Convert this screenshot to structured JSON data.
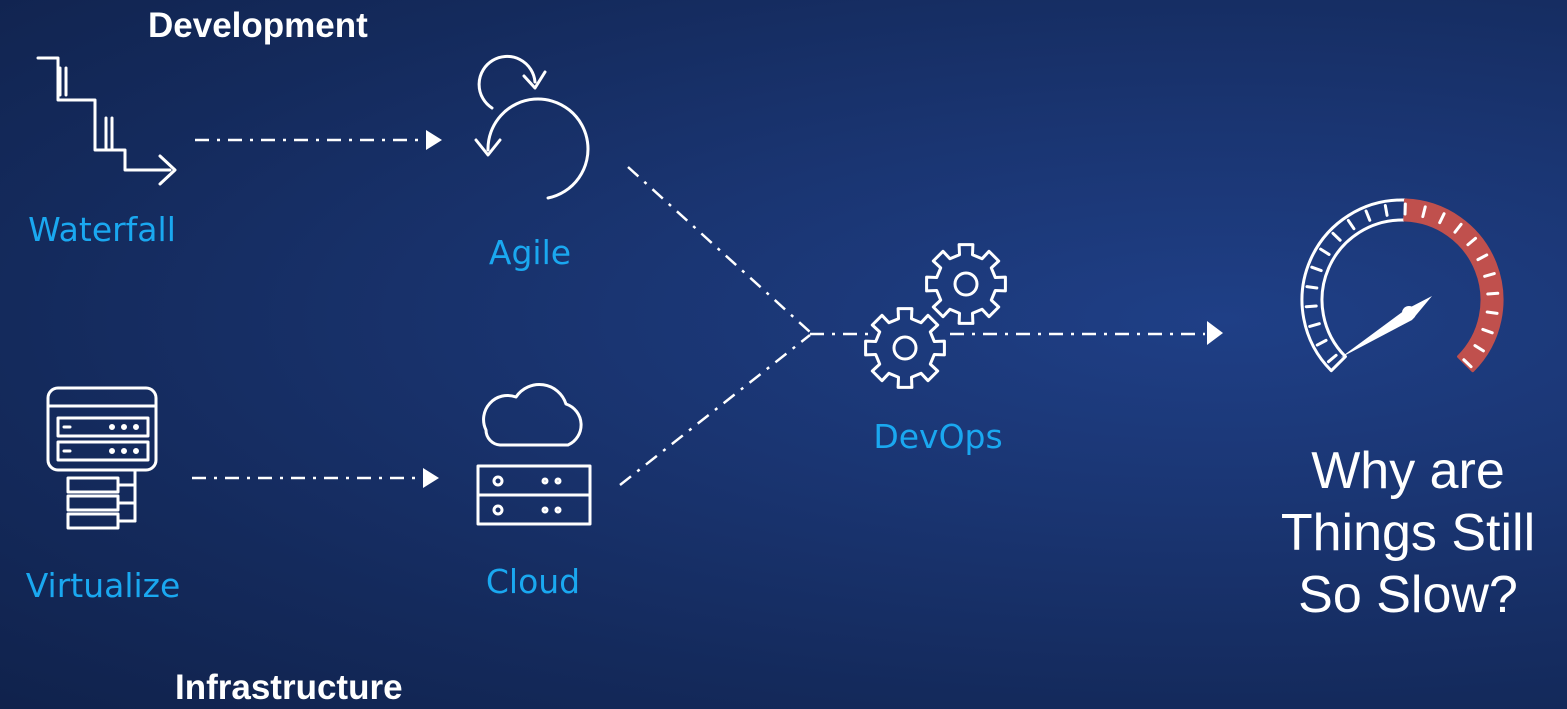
{
  "headings": {
    "development": "Development",
    "infrastructure": "Infrastructure"
  },
  "nodes": {
    "waterfall": "Waterfall",
    "agile": "Agile",
    "virtualize": "Virtualize",
    "cloud": "Cloud",
    "devops": "DevOps"
  },
  "question": {
    "line1": "Why are",
    "line2": "Things Still",
    "line3": "So Slow?"
  },
  "icons": {
    "waterfall": "waterfall-steps-icon",
    "agile": "cycle-arrows-icon",
    "virtualize": "server-stack-icon",
    "cloud": "cloud-server-icon",
    "devops": "gears-icon",
    "result": "speedometer-icon"
  },
  "colors": {
    "label": "#1aa8f0",
    "gauge_red": "#c0504d",
    "line": "#ffffff"
  }
}
